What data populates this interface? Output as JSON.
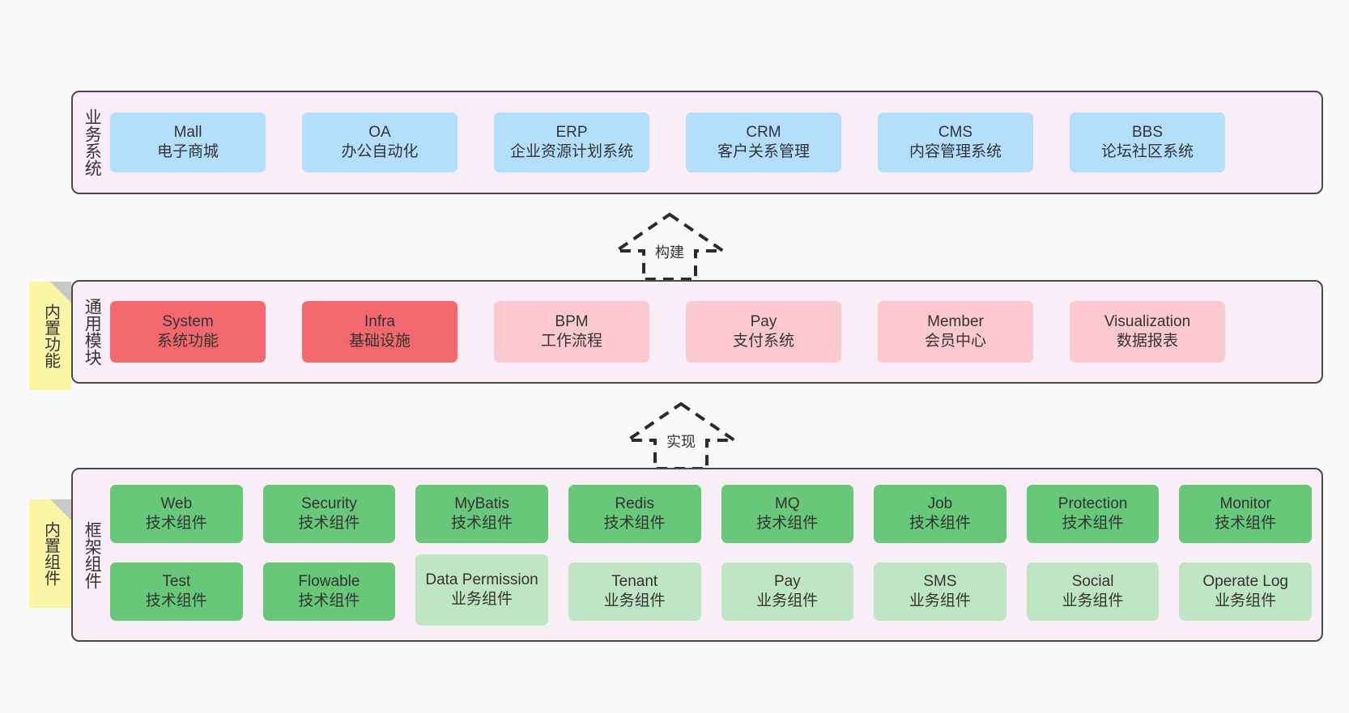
{
  "diagram": {
    "background_color": "#f9f9f9",
    "panel_fill": "#faeef6",
    "panel_border": "#4a4a4a"
  },
  "layers": [
    {
      "id": "business",
      "title": "业务系统",
      "rows": [
        [
          {
            "name": "Mall",
            "sub": "电子商城",
            "color": "#b3dffc",
            "variant": "c-blue"
          },
          {
            "name": "OA",
            "sub": "办公自动化",
            "color": "#b3dffc",
            "variant": "c-blue"
          },
          {
            "name": "ERP",
            "sub": "企业资源计划系统",
            "color": "#b3dffc",
            "variant": "c-blue"
          },
          {
            "name": "CRM",
            "sub": "客户关系管理",
            "color": "#b3dffc",
            "variant": "c-blue"
          },
          {
            "name": "CMS",
            "sub": "内容管理系统",
            "color": "#b3dffc",
            "variant": "c-blue"
          },
          {
            "name": "BBS",
            "sub": "论坛社区系统",
            "color": "#b3dffc",
            "variant": "c-blue"
          }
        ]
      ]
    },
    {
      "id": "common-modules",
      "title": "通用模块",
      "note": "内置功能",
      "rows": [
        [
          {
            "name": "System",
            "sub": "系统功能",
            "color": "#f2686e",
            "variant": "c-red"
          },
          {
            "name": "Infra",
            "sub": "基础设施",
            "color": "#f2686e",
            "variant": "c-red"
          },
          {
            "name": "BPM",
            "sub": "工作流程",
            "color": "#fcc9d0",
            "variant": "c-pink"
          },
          {
            "name": "Pay",
            "sub": "支付系统",
            "color": "#fcc9d0",
            "variant": "c-pink"
          },
          {
            "name": "Member",
            "sub": "会员中心",
            "color": "#fcc9d0",
            "variant": "c-pink"
          },
          {
            "name": "Visualization",
            "sub": "数据报表",
            "color": "#fcc9d0",
            "variant": "c-pink"
          }
        ]
      ]
    },
    {
      "id": "framework-components",
      "title": "框架组件",
      "note": "内置组件",
      "rows": [
        [
          {
            "name": "Web",
            "sub": "技术组件",
            "color": "#66c878",
            "variant": "c-green"
          },
          {
            "name": "Security",
            "sub": "技术组件",
            "color": "#66c878",
            "variant": "c-green"
          },
          {
            "name": "MyBatis",
            "sub": "技术组件",
            "color": "#66c878",
            "variant": "c-green"
          },
          {
            "name": "Redis",
            "sub": "技术组件",
            "color": "#66c878",
            "variant": "c-green"
          },
          {
            "name": "MQ",
            "sub": "技术组件",
            "color": "#66c878",
            "variant": "c-green"
          },
          {
            "name": "Job",
            "sub": "技术组件",
            "color": "#66c878",
            "variant": "c-green"
          },
          {
            "name": "Protection",
            "sub": "技术组件",
            "color": "#66c878",
            "variant": "c-green"
          },
          {
            "name": "Monitor",
            "sub": "技术组件",
            "color": "#66c878",
            "variant": "c-green"
          }
        ],
        [
          {
            "name": "Test",
            "sub": "技术组件",
            "color": "#66c878",
            "variant": "c-green"
          },
          {
            "name": "Flowable",
            "sub": "技术组件",
            "color": "#66c878",
            "variant": "c-green"
          },
          {
            "name": "Data Permission",
            "sub": "业务组件",
            "color": "#bfe6c4",
            "variant": "c-lightgreen",
            "wrap": true
          },
          {
            "name": "Tenant",
            "sub": "业务组件",
            "color": "#bfe6c4",
            "variant": "c-lightgreen"
          },
          {
            "name": "Pay",
            "sub": "业务组件",
            "color": "#bfe6c4",
            "variant": "c-lightgreen"
          },
          {
            "name": "SMS",
            "sub": "业务组件",
            "color": "#bfe6c4",
            "variant": "c-lightgreen"
          },
          {
            "name": "Social",
            "sub": "业务组件",
            "color": "#bfe6c4",
            "variant": "c-lightgreen"
          },
          {
            "name": "Operate Log",
            "sub": "业务组件",
            "color": "#bfe6c4",
            "variant": "c-lightgreen"
          }
        ]
      ]
    }
  ],
  "connectors": [
    {
      "id": "build",
      "label": "构建",
      "direction": "up",
      "style": "dashed"
    },
    {
      "id": "implement",
      "label": "实现",
      "direction": "up",
      "style": "dashed"
    }
  ]
}
